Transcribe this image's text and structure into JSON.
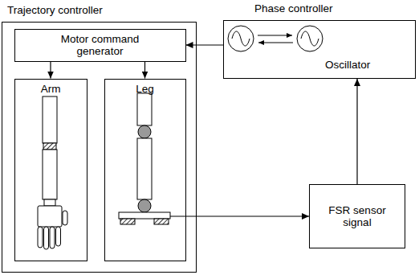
{
  "diagram": {
    "nodes": [
      {
        "text": [
          "Trajectory controller"
        ]
      },
      {
        "text": [
          "Motor command generator"
        ],
        "in": 0
      },
      {
        "text": [
          "Arm"
        ],
        "in": 0
      },
      {
        "text": [
          "Leg"
        ],
        "in": 0
      },
      {
        "text": [
          "Phase controller",
          "Oscillator"
        ]
      },
      {
        "text": [
          "FSR sensor signal"
        ]
      }
    ],
    "edges": [
      {
        "from": 4,
        "to": 1,
        "arrow": "to"
      },
      {
        "from": 1,
        "to": 2,
        "arrow": "to"
      },
      {
        "from": 1,
        "to": 3,
        "arrow": "to"
      },
      {
        "from": 3,
        "to": 5,
        "arrow": "to"
      },
      {
        "from": 5,
        "to": 4,
        "arrow": "to"
      }
    ]
  }
}
